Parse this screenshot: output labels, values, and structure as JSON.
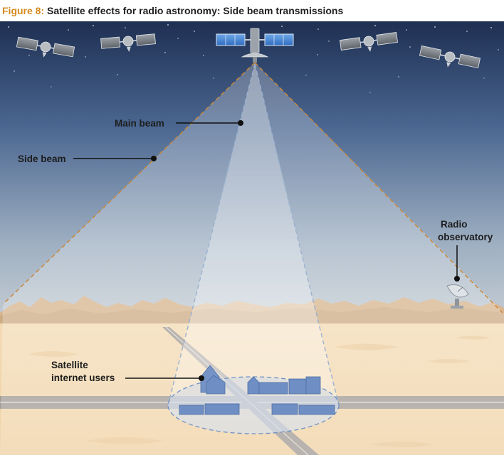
{
  "figure": {
    "number": "Figure 8:",
    "title": "Satellite effects for radio astronomy: Side beam transmissions"
  },
  "labels": {
    "main_beam": "Main beam",
    "side_beam": "Side beam",
    "radio_observatory_line1": "Radio",
    "radio_observatory_line2": "observatory",
    "users_line1": "Satellite",
    "users_line2": "internet users"
  },
  "colors": {
    "sky_top": "#1e2f52",
    "sky_bottom": "#b9c3cd",
    "desert": "#f1d6ad",
    "beam_outline": "#c9883c",
    "buildings": "#6f8fc4",
    "title_accent": "#d58a1e"
  },
  "icons": [
    "satellite-icon",
    "radio-dish-icon",
    "house-icon",
    "building-icon"
  ]
}
